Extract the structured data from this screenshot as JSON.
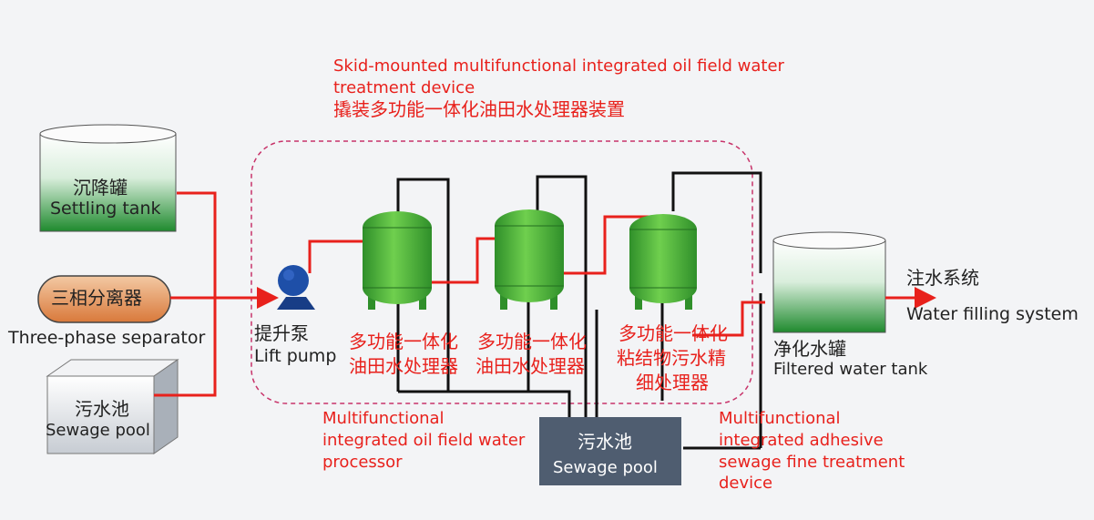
{
  "title": {
    "en_line1": "Skid-mounted multifunctional integrated oil field water",
    "en_line2": "treatment device",
    "zh": "撬装多功能一体化油田水处理器装置"
  },
  "inputs": {
    "settling_tank": {
      "zh": "沉降罐",
      "en": "Settling tank"
    },
    "three_phase": {
      "zh": "三相分离器",
      "en": "Three-phase separator"
    },
    "sewage_pool_left": {
      "zh": "污水池",
      "en": "Sewage pool"
    }
  },
  "lift_pump": {
    "zh": "提升泵",
    "en": "Lift pump"
  },
  "processors": {
    "p1": {
      "zh_line1": "多功能一体化",
      "zh_line2": "油田水处理器"
    },
    "p2": {
      "zh_line1": "多功能一体化",
      "zh_line2": "油田水处理器"
    },
    "p3": {
      "zh_line1": "多功能一体化",
      "zh_line2": "粘结物污水精",
      "zh_line3": "细处理器"
    }
  },
  "processor_caption": {
    "line1": "Multifunctional",
    "line2": "integrated oil field water",
    "line3": "processor"
  },
  "adhesive_caption": {
    "line1": "Multifunctional",
    "line2": "integrated adhesive",
    "line3": "sewage fine treatment",
    "line4": "device"
  },
  "sewage_pool_bottom": {
    "zh": "污水池",
    "en": "Sewage pool"
  },
  "filtered_tank": {
    "zh": "净化水罐",
    "en": "Filtered water tank"
  },
  "water_filling": {
    "zh": "注水系统",
    "en": "Water filling system"
  },
  "colors": {
    "red_line": "#e8211c",
    "black_line": "#111111",
    "tank_green": "#2f9e3a",
    "tank_light": "#eef6ee",
    "separator_orange": "#e2955a",
    "pool_box": "#4f5d70",
    "pump_blue": "#1e4fa8",
    "dashed_border": "#c8336a"
  }
}
